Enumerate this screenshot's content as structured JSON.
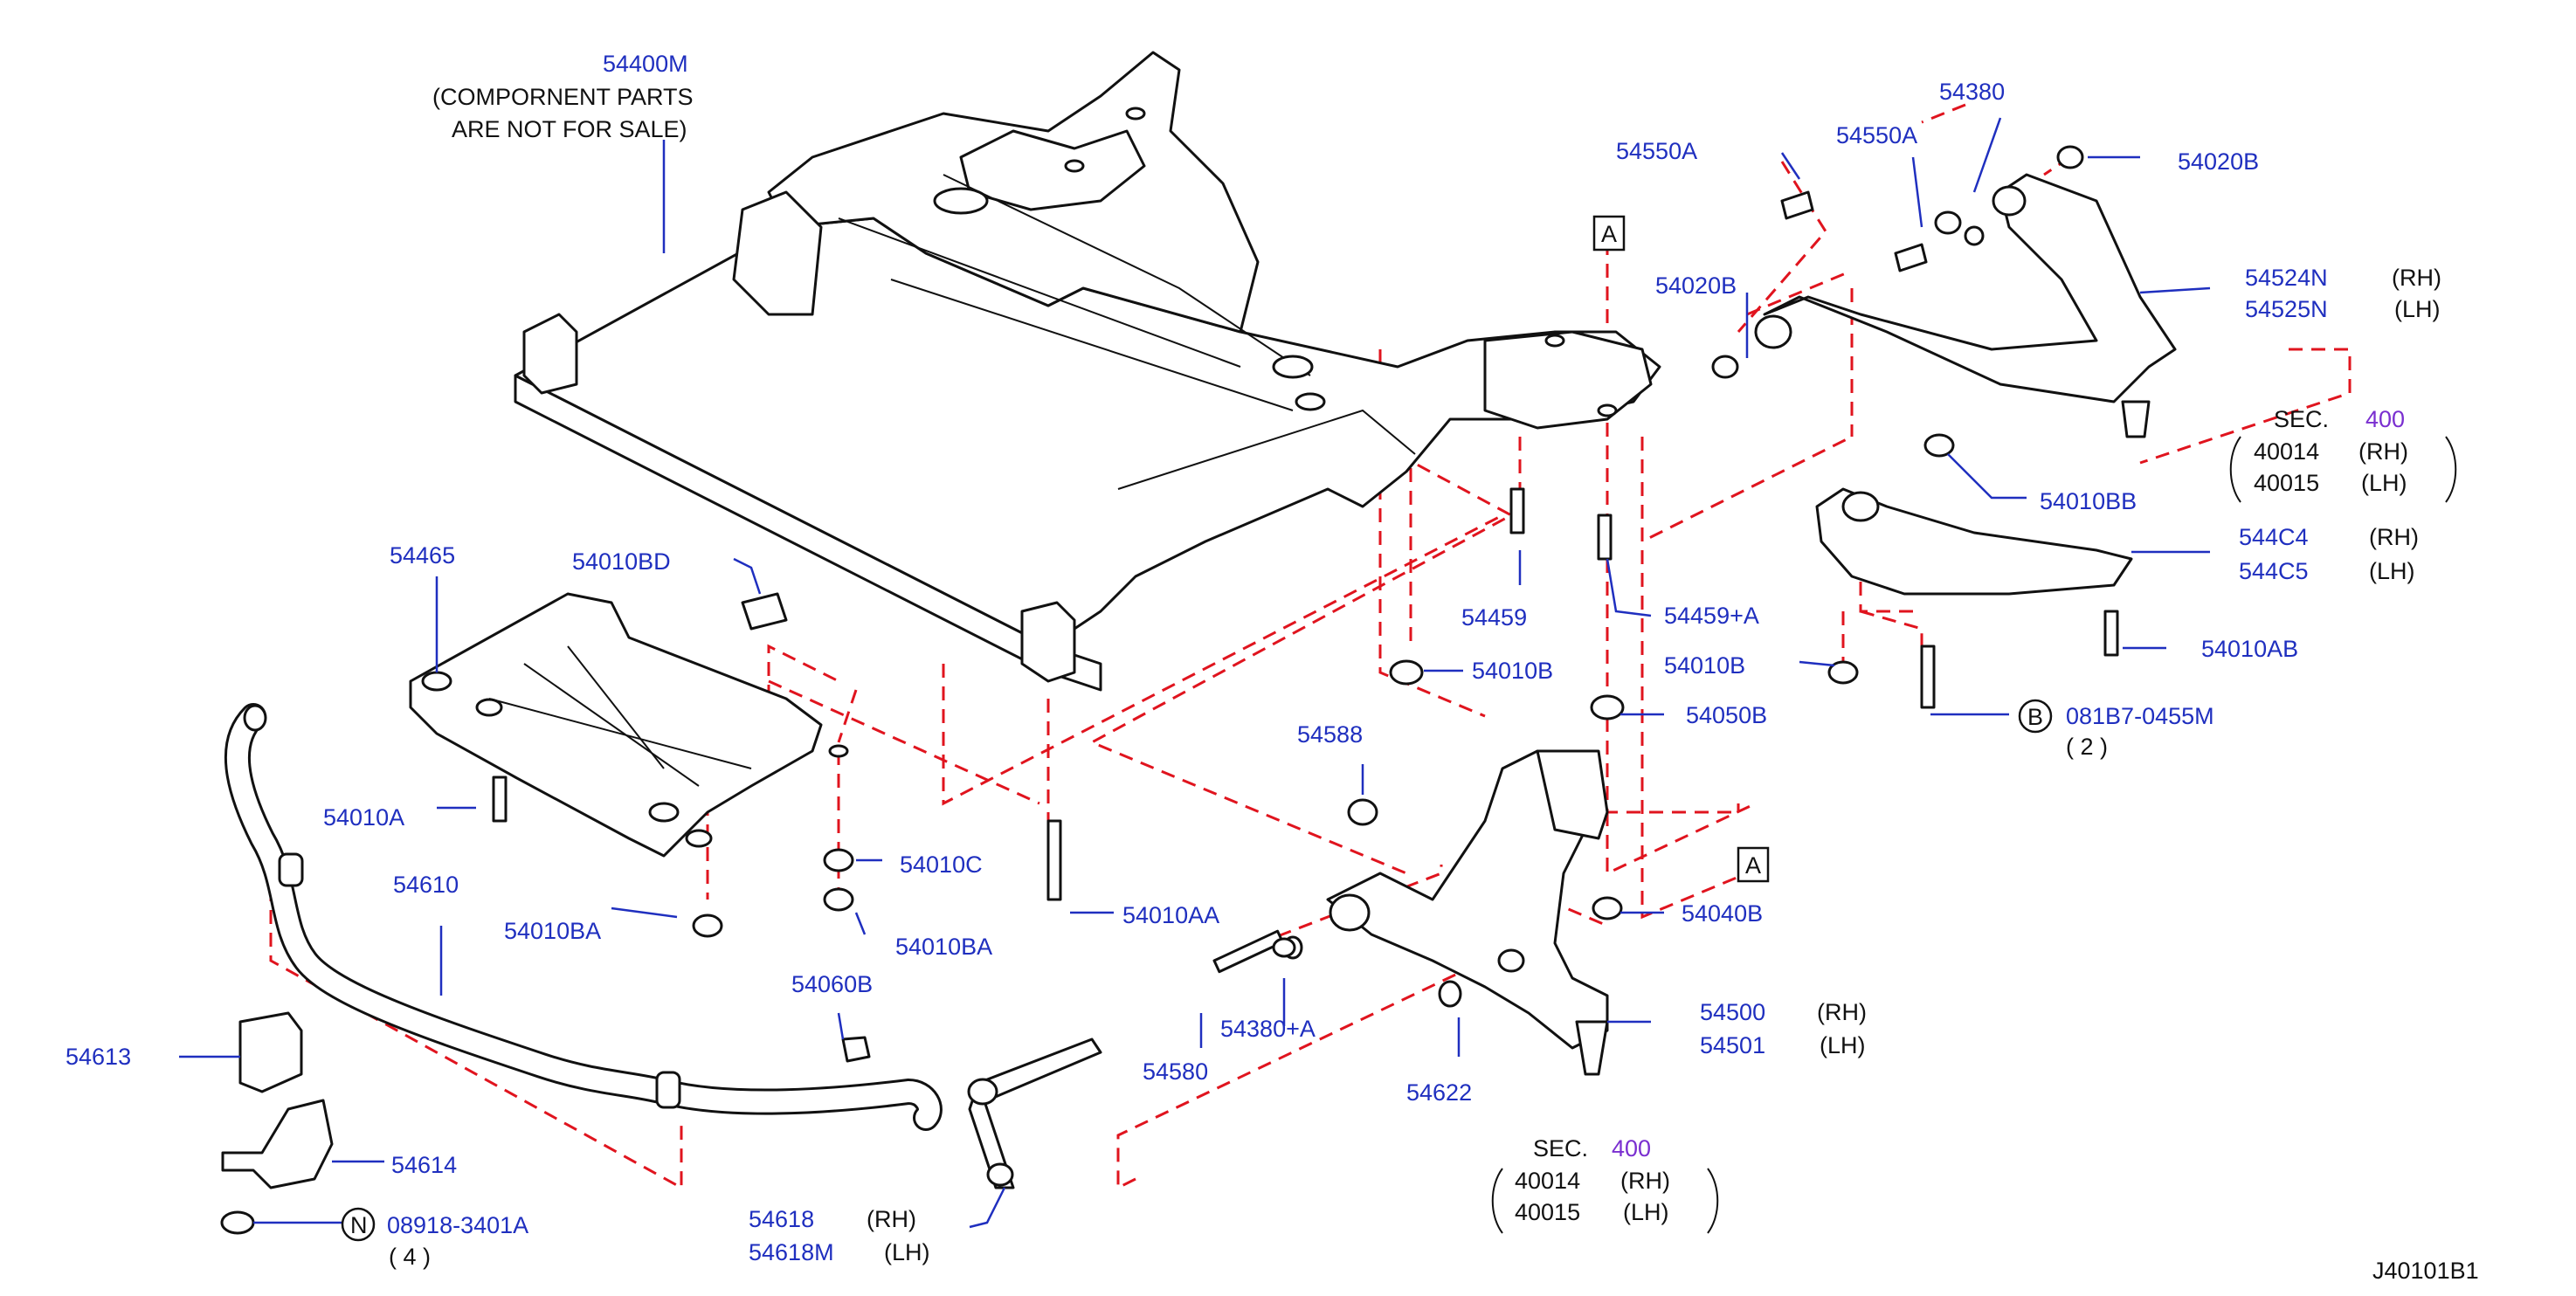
{
  "diagram_id": "J40101B1",
  "labels": {
    "p54400M": "54400M",
    "comp1": "(COMPORNENT  PARTS",
    "comp2": "ARE  NOT  FOR  SALE)",
    "p54465": "54465",
    "p54010BD": "54010BD",
    "p54010A": "54010A",
    "p54610": "54610",
    "p54010BA_1": "54010BA",
    "p54010C": "54010C",
    "p54010BA_2": "54010BA",
    "p54613": "54613",
    "p54614": "54614",
    "p08918": "08918-3401A",
    "q4": "( 4 )",
    "p54060B": "54060B",
    "p54618": "54618",
    "p54618M": "54618M",
    "rh": "(RH)",
    "lh": "(LH)",
    "p54010AA": "54010AA",
    "p54588": "54588",
    "p54580": "54580",
    "p54380A": "54380+A",
    "p54622": "54622",
    "p54500": "54500",
    "p54501": "54501",
    "p54040B": "54040B",
    "p54050B": "54050B",
    "p54010B_1": "54010B",
    "p54459": "54459",
    "p54459A": "54459+A",
    "p54010B_2": "54010B",
    "p54010AB": "54010AB",
    "p081B7": "081B7-0455M",
    "q2": "( 2 )",
    "p54010BB": "54010BB",
    "p544C4": "544C4",
    "p544C5": "544C5",
    "p54550A_1": "54550A",
    "p54550A_2": "54550A",
    "p54380": "54380",
    "p54020B_1": "54020B",
    "p54020B_2": "54020B",
    "p54524N": "54524N",
    "p54525N": "54525N",
    "sec": "SEC.",
    "sec400": "400",
    "p40014": "40014",
    "p40015": "40015",
    "boxA": "A",
    "circB": "B",
    "circN": "N"
  },
  "colors": {
    "part_number": "#1f2fbf",
    "section_ref": "#7a2fd0",
    "dash_line": "#e0141e",
    "drawing": "#111111"
  }
}
